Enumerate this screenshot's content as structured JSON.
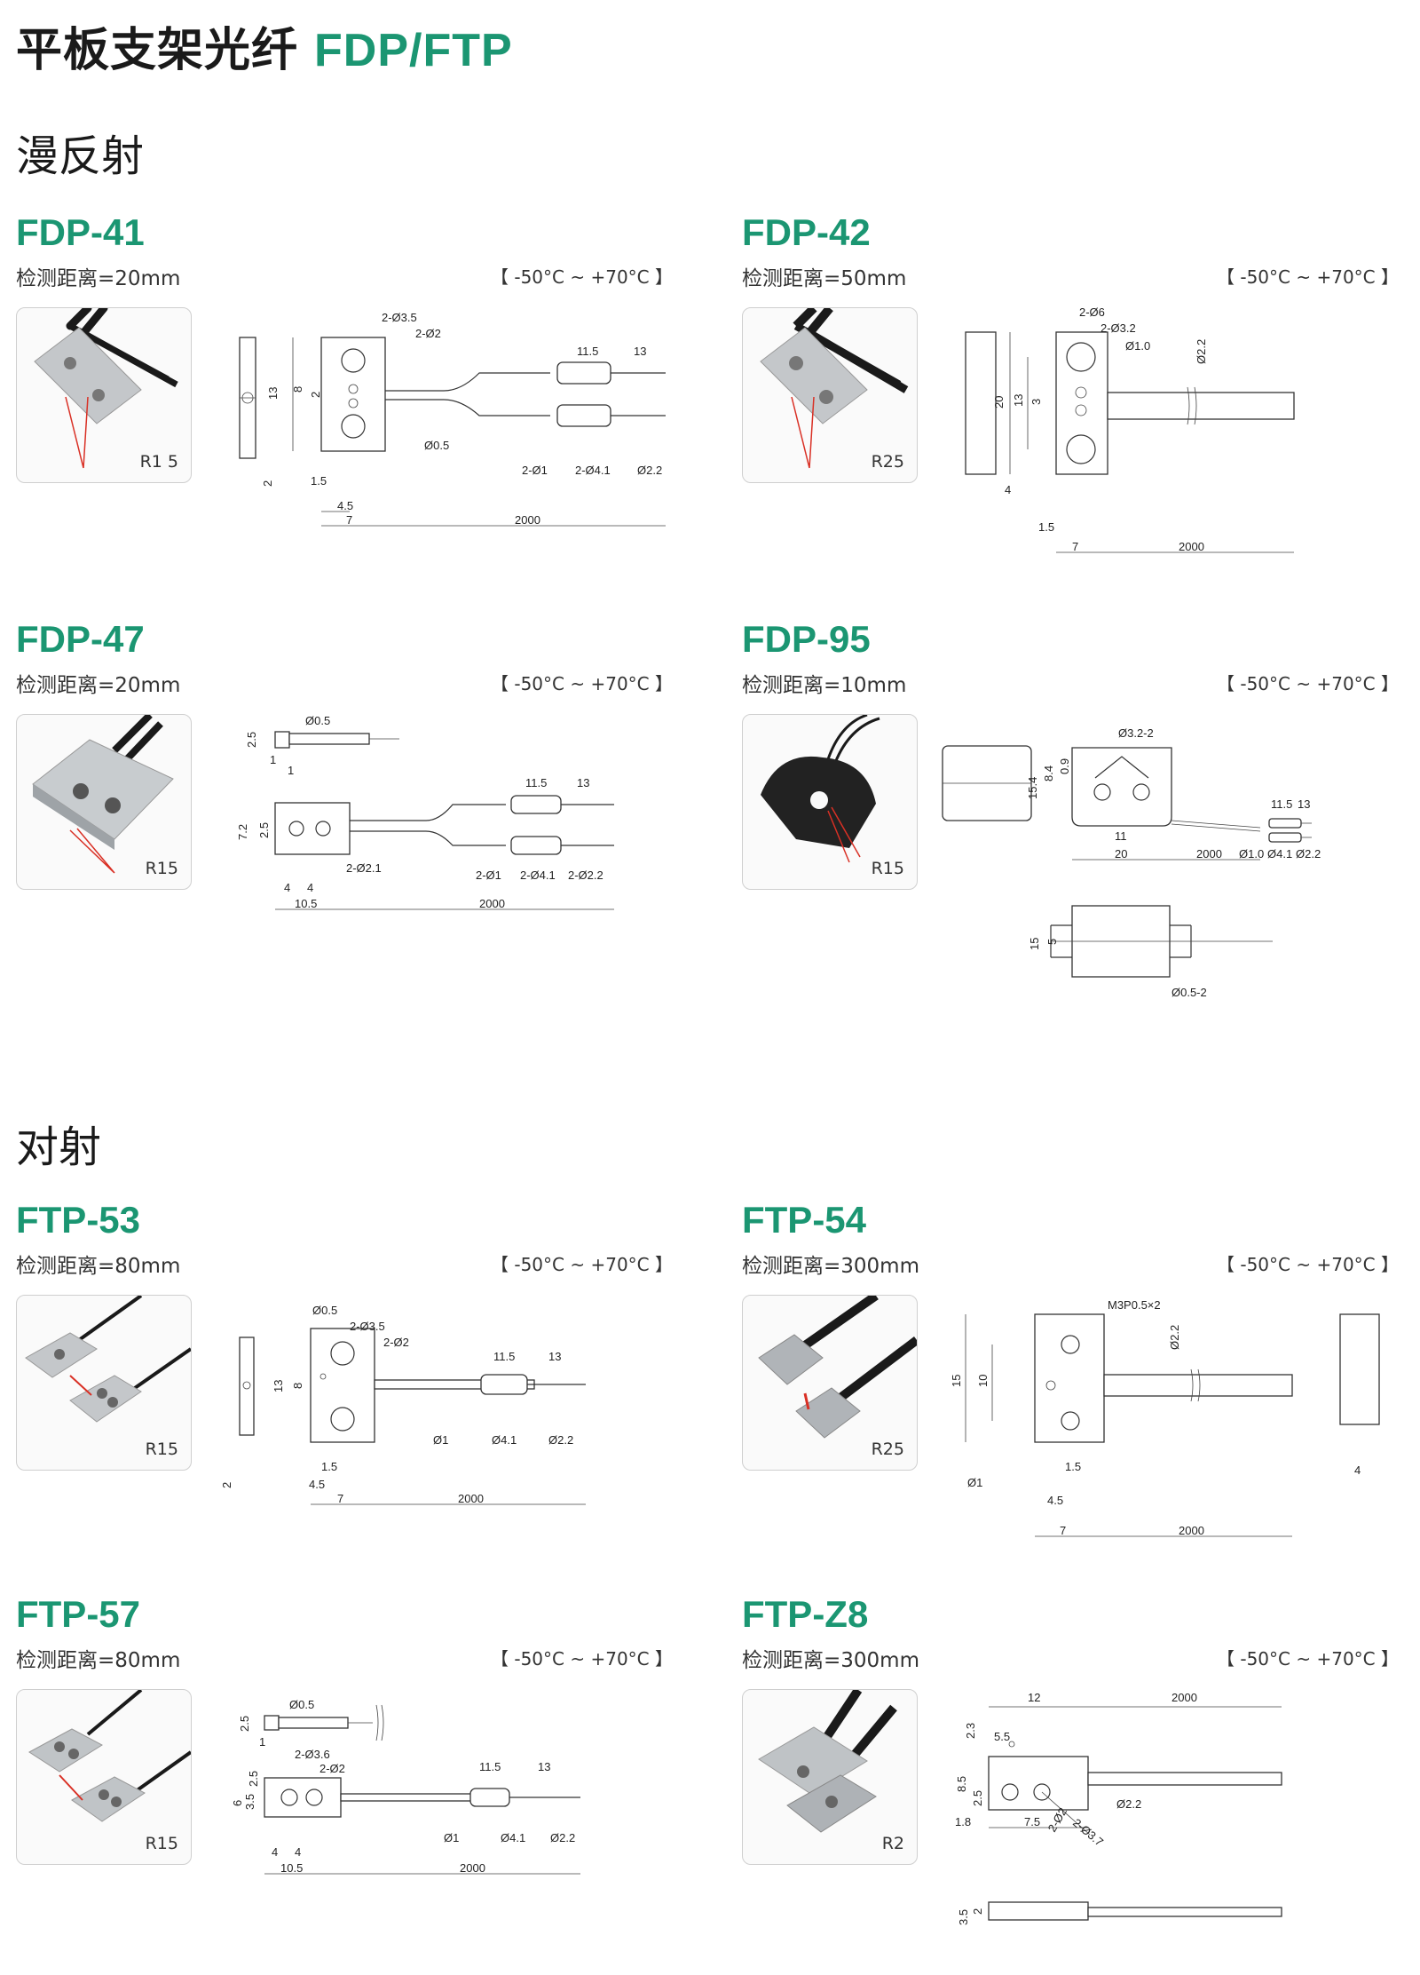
{
  "page": {
    "title_cn": "平板支架光纤",
    "title_code": "FDP/FTP"
  },
  "sections": {
    "diffuse": "漫反射",
    "thru": "对射"
  },
  "products": [
    {
      "name": "FDP-41",
      "distance": "检测距离=20mm",
      "temp": "【 -50°C ~ +70°C 】",
      "radius": "R1 5",
      "dims": {
        "d1": "2-Ø3.5",
        "d2": "2-Ø2",
        "d3": "13",
        "d4": "8",
        "d5": "2",
        "d6": "Ø0.5",
        "d7": "1.5",
        "d8": "4.5",
        "d9": "7",
        "d10": "2000",
        "d11": "11.5",
        "d12": "13",
        "d13": "2-Ø1",
        "d14": "2-Ø4.1",
        "d15": "Ø2.2",
        "d16": "2"
      }
    },
    {
      "name": "FDP-42",
      "distance": "检测距离=50mm",
      "temp": "【 -50°C ~ +70°C 】",
      "radius": "R25",
      "dims": {
        "d1": "2-Ø6",
        "d2": "2-Ø3.2",
        "d3": "Ø1.0",
        "d4": "20",
        "d5": "13",
        "d6": "3",
        "d7": "1.5",
        "d8": "7",
        "d9": "2000",
        "d10": "Ø2.2",
        "d11": "4"
      }
    },
    {
      "name": "FDP-47",
      "distance": "检测距离=20mm",
      "temp": "【 -50°C ~ +70°C 】",
      "radius": "R15",
      "dims": {
        "d1": "Ø0.5",
        "d2": "2.5",
        "d3": "1",
        "d4": "1",
        "d5": "7.2",
        "d6": "2.5",
        "d7": "2-Ø2.1",
        "d8": "4",
        "d9": "4",
        "d10": "10.5",
        "d11": "2000",
        "d12": "11.5",
        "d13": "13",
        "d14": "2-Ø1",
        "d15": "2-Ø4.1",
        "d16": "2-Ø2.2"
      }
    },
    {
      "name": "FDP-95",
      "distance": "检测距离=10mm",
      "temp": "【 -50°C ~ +70°C 】",
      "radius": "R15",
      "dims": {
        "d1": "Ø3.2-2",
        "d2": "8.4",
        "d3": "0.9",
        "d4": "15.4",
        "d5": "11",
        "d6": "20",
        "d7": "2000",
        "d8": "11.5",
        "d9": "13",
        "d10": "Ø1.0",
        "d11": "Ø4.1",
        "d12": "Ø2.2",
        "d13": "15",
        "d14": "5",
        "d15": "Ø0.5-2"
      }
    },
    {
      "name": "FTP-53",
      "distance": "检测距离=80mm",
      "temp": "【 -50°C ~ +70°C 】",
      "radius": "R15",
      "dims": {
        "d1": "Ø0.5",
        "d2": "2-Ø3.5",
        "d3": "2-Ø2",
        "d4": "13",
        "d5": "8",
        "d6": "1.5",
        "d7": "4.5",
        "d8": "7",
        "d9": "2000",
        "d10": "11.5",
        "d11": "13",
        "d12": "Ø1",
        "d13": "Ø4.1",
        "d14": "Ø2.2",
        "d15": "2"
      }
    },
    {
      "name": "FTP-54",
      "distance": "检测距离=300mm",
      "temp": "【 -50°C ~ +70°C 】",
      "radius": "R25",
      "dims": {
        "d1": "M3P0.5×2",
        "d2": "Ø2.2",
        "d3": "15",
        "d4": "10",
        "d5": "Ø1",
        "d6": "1.5",
        "d7": "4.5",
        "d8": "7",
        "d9": "2000",
        "d10": "4"
      }
    },
    {
      "name": "FTP-57",
      "distance": "检测距离=80mm",
      "temp": "【 -50°C ~ +70°C 】",
      "radius": "R15",
      "dims": {
        "d1": "Ø0.5",
        "d2": "2.5",
        "d3": "1",
        "d4": "2-Ø3.6",
        "d5": "2-Ø2",
        "d6": "2.5",
        "d7": "6",
        "d8": "3.5",
        "d9": "4",
        "d10": "4",
        "d11": "10.5",
        "d12": "2000",
        "d13": "11.5",
        "d14": "13",
        "d15": "Ø1",
        "d16": "Ø4.1",
        "d17": "Ø2.2"
      }
    },
    {
      "name": "FTP-Z8",
      "distance": "检测距离=300mm",
      "temp": "【 -50°C ~ +70°C 】",
      "radius": "R2",
      "dims": {
        "d1": "12",
        "d2": "2000",
        "d3": "2.3",
        "d4": "5.5",
        "d5": "8.5",
        "d6": "2.5",
        "d7": "2-Ø3.7",
        "d8": "2-Ø2",
        "d9": "Ø2.2",
        "d10": "1.8",
        "d11": "7.5",
        "d12": "3.5",
        "d13": "2"
      }
    }
  ],
  "colors": {
    "accent": "#1b9672",
    "fiber": "#1a1a1a",
    "metal": "#b8bcc0",
    "beam": "#d93025"
  }
}
